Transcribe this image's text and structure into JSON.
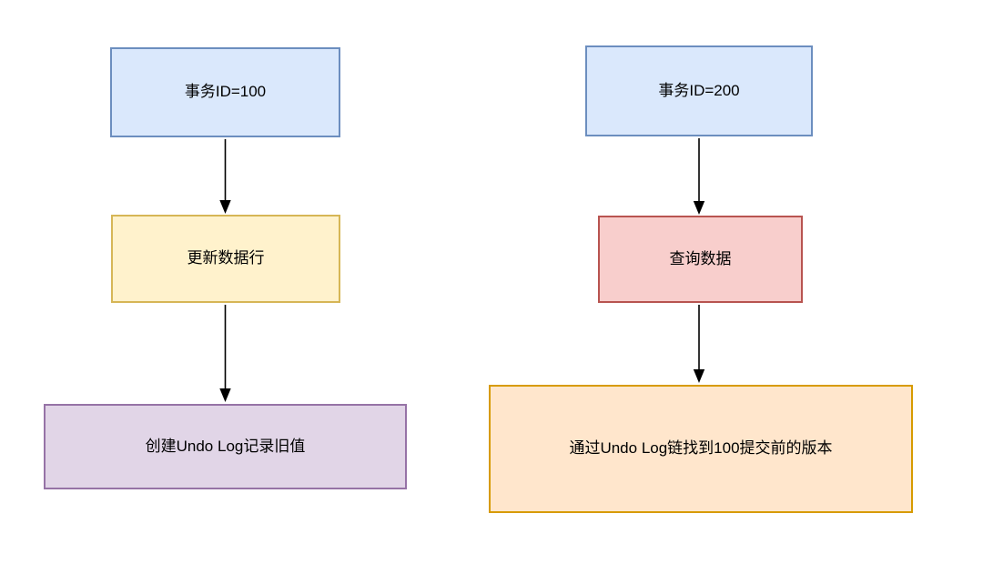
{
  "diagram": {
    "arrow_color": "#000000",
    "text_color": "#000000",
    "background": "#ffffff",
    "columns": [
      {
        "name": "transaction-100-flow",
        "nodes": [
          {
            "label": "事务ID=100",
            "fill": "#dae8fc",
            "stroke": "#6c8ebf"
          },
          {
            "label": "更新数据行",
            "fill": "#fff2cc",
            "stroke": "#d6b656"
          },
          {
            "label": "创建Undo Log记录旧值",
            "fill": "#e1d5e7",
            "stroke": "#9673a6"
          }
        ]
      },
      {
        "name": "transaction-200-flow",
        "nodes": [
          {
            "label": "事务ID=200",
            "fill": "#dae8fc",
            "stroke": "#6c8ebf"
          },
          {
            "label": "查询数据",
            "fill": "#f8cecc",
            "stroke": "#b85450"
          },
          {
            "label": "通过Undo Log链找到100提交前的版本",
            "fill": "#ffe6cc",
            "stroke": "#d79b00"
          }
        ]
      }
    ]
  }
}
